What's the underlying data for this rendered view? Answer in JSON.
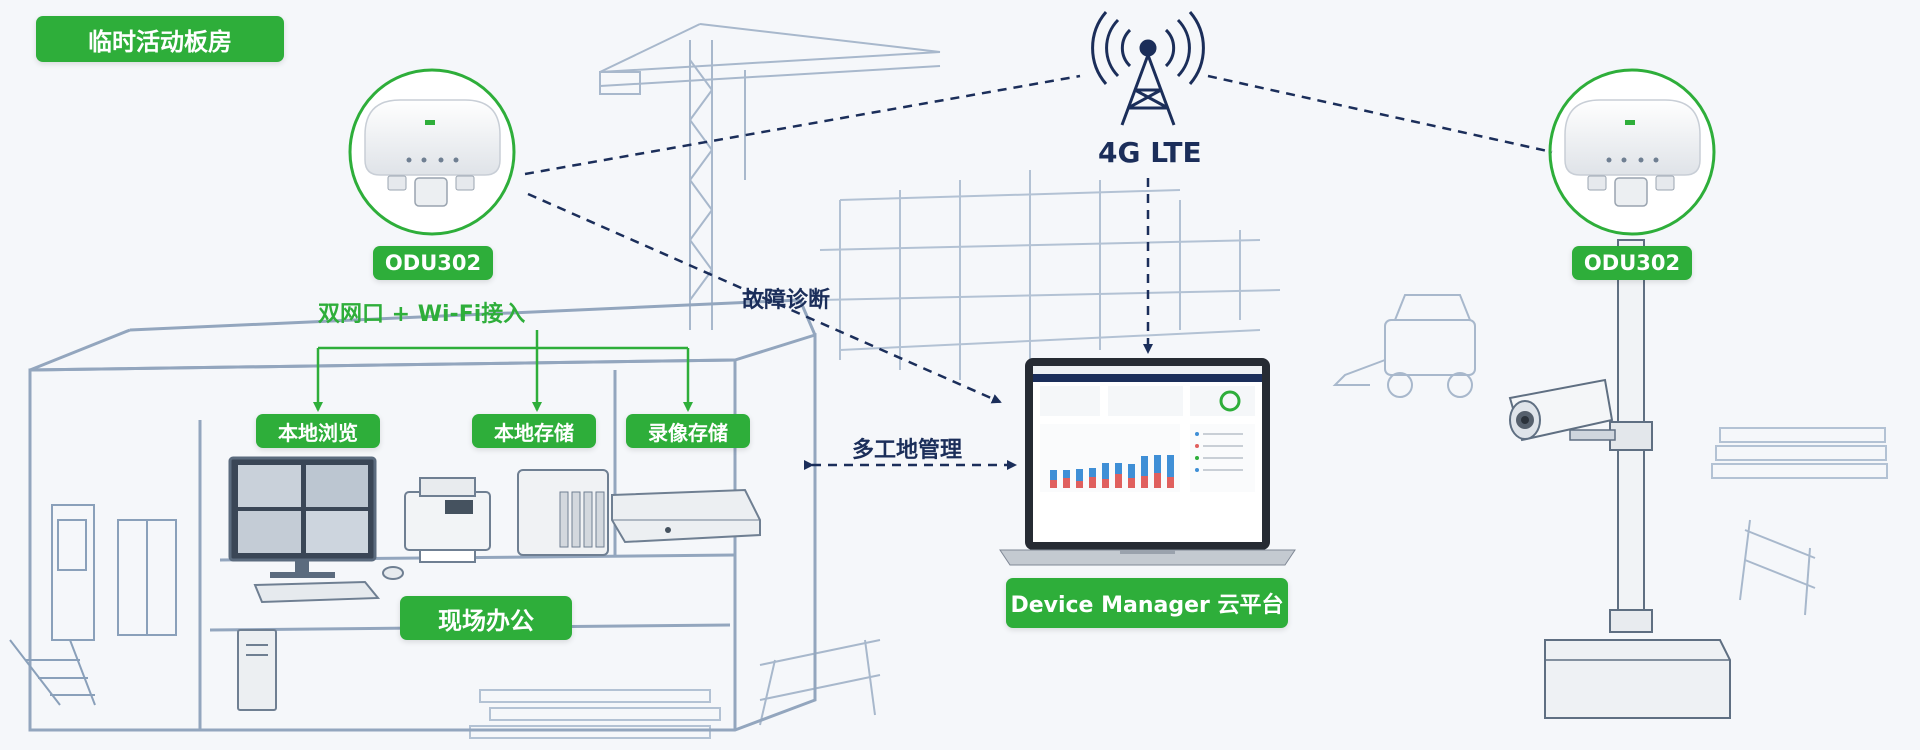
{
  "title": "临时活动板房",
  "tower_label": "4G LTE",
  "devices": {
    "left_label": "ODU302",
    "right_label": "ODU302"
  },
  "interface_label": "双网口 + Wi-Fi接入",
  "functions": [
    "本地浏览",
    "本地存储",
    "录像存储"
  ],
  "office_label": "现场办公",
  "diagnosis_label": "故障诊断",
  "multisite_label": "多工地管理",
  "cloud_label": "Device Manager 云平台",
  "colors": {
    "accent_green": "#2eae3a",
    "navy": "#1b2e5a",
    "sketch_blue": "#9fb1c8",
    "chart_blue": "#3f8fd6",
    "chart_red": "#e0605e"
  }
}
